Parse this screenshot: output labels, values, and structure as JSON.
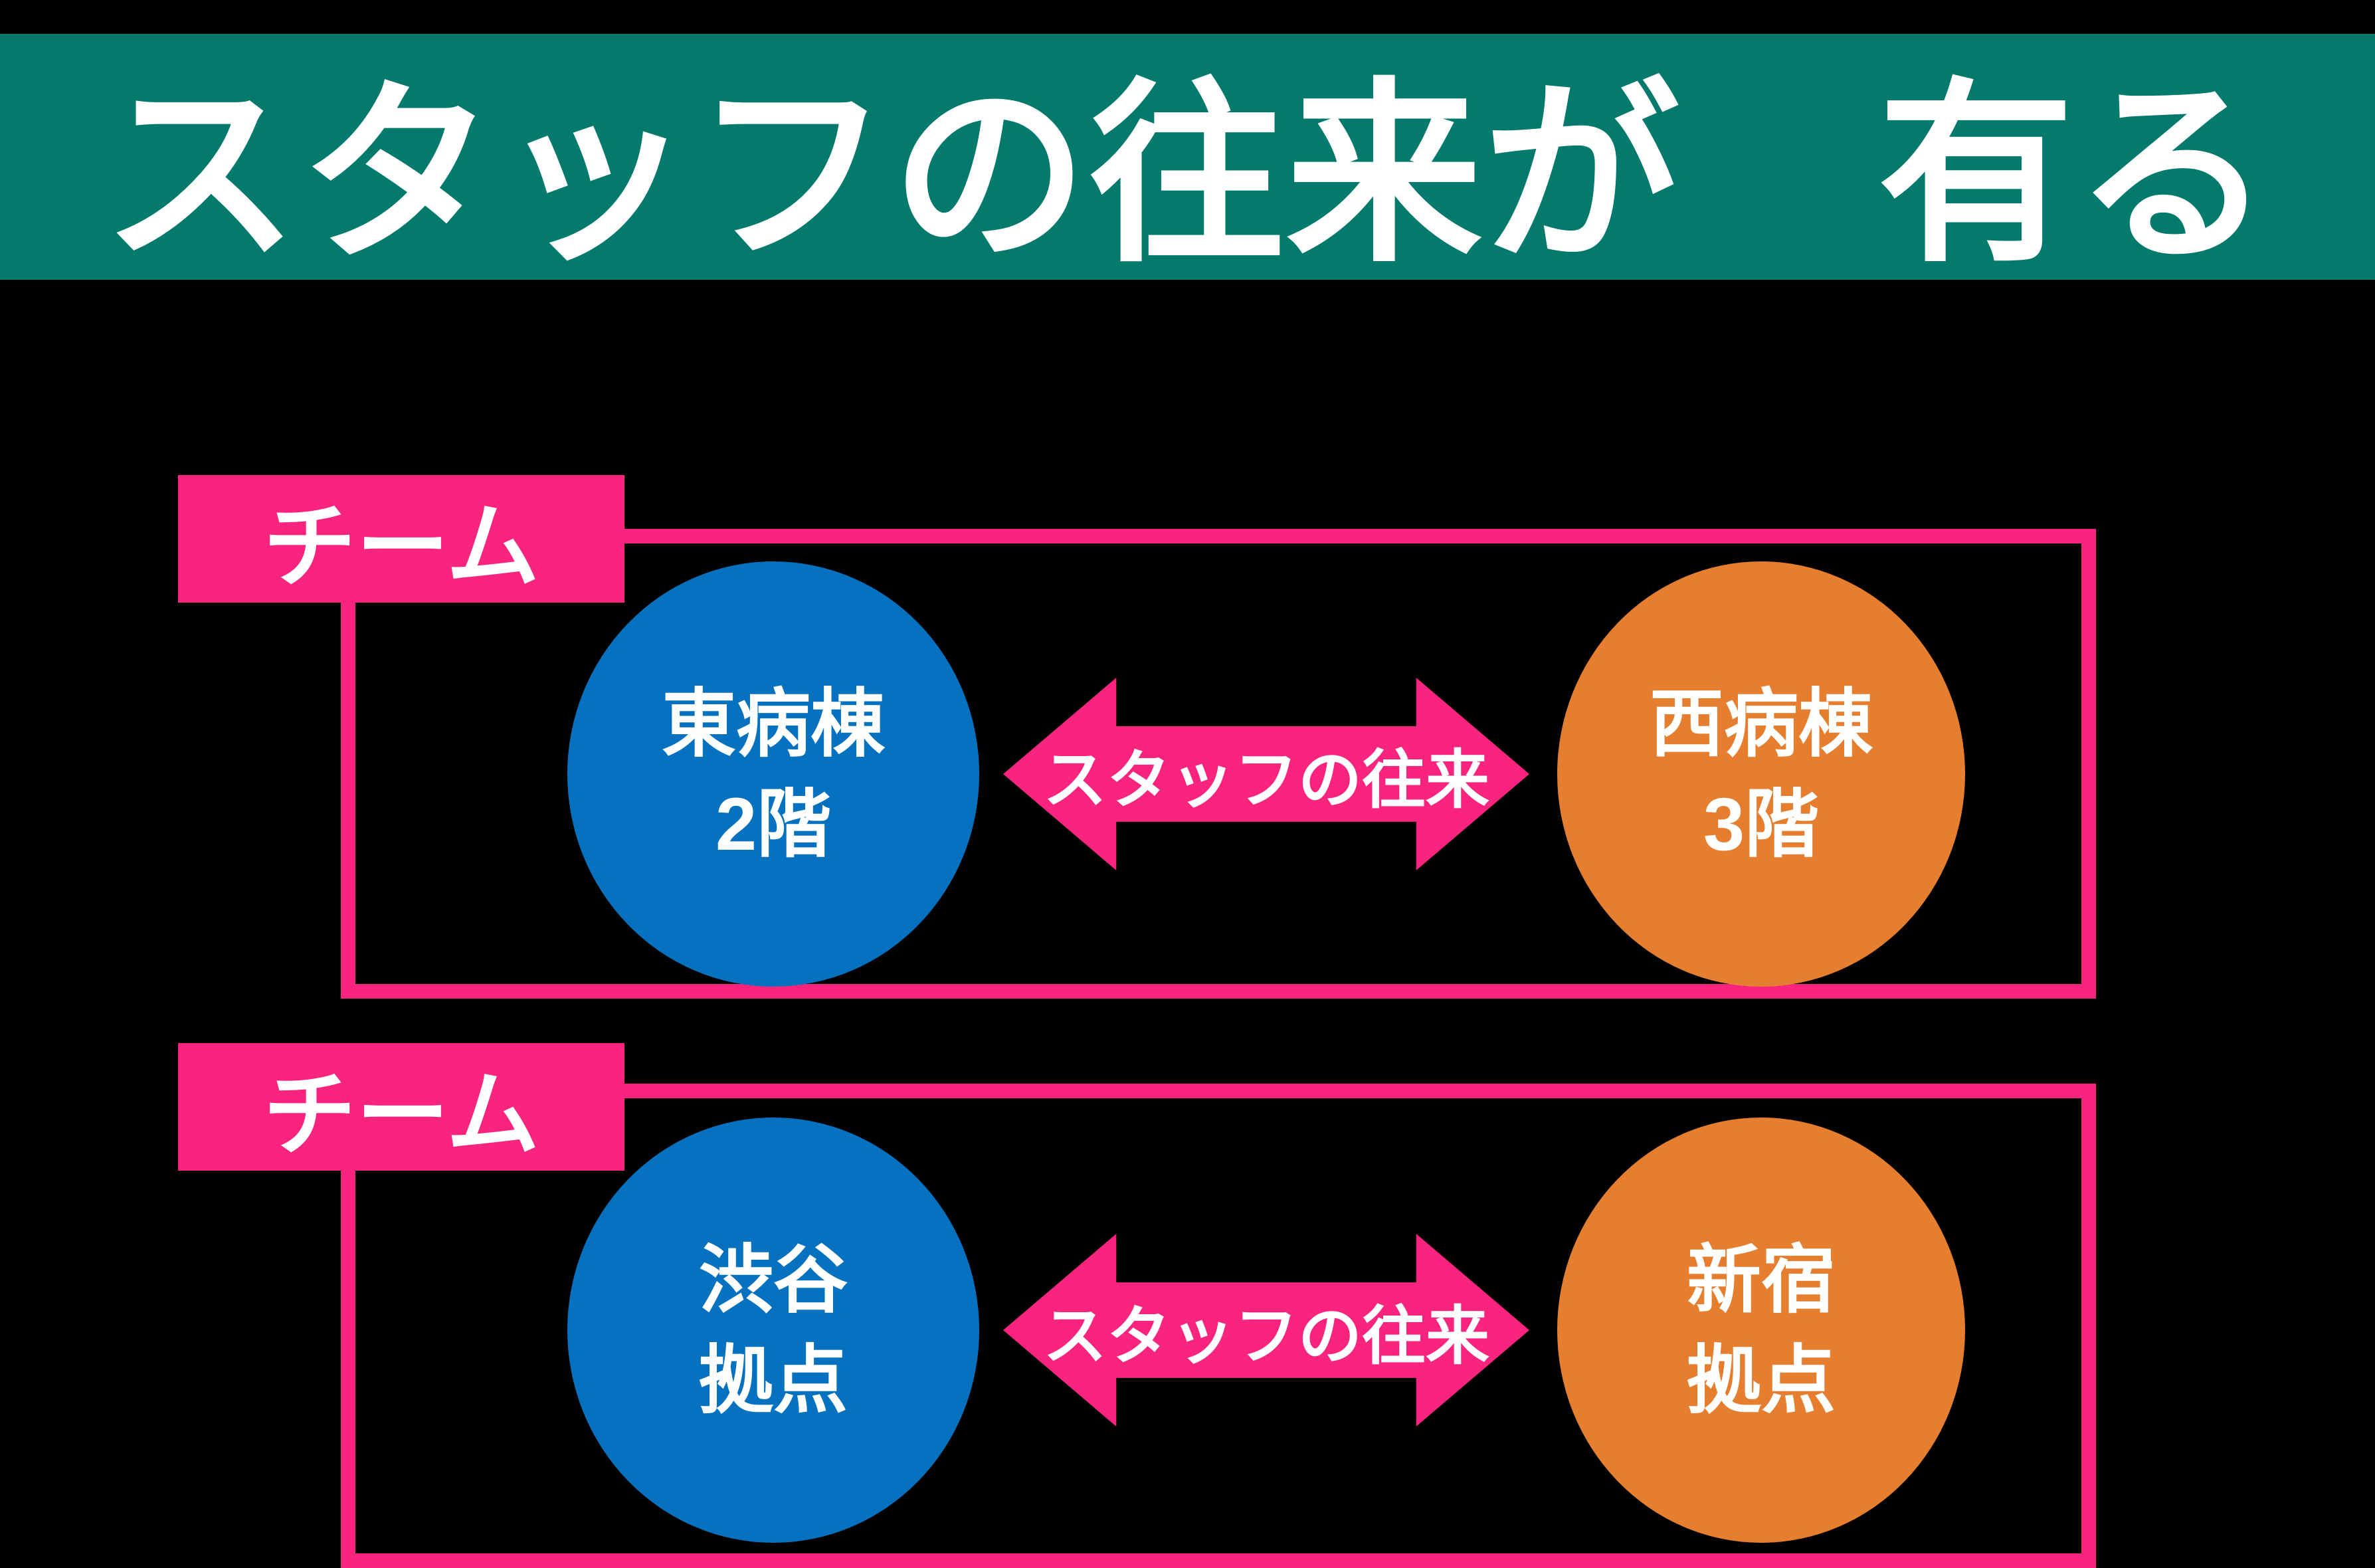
{
  "title": {
    "text": "スタッフの往来が　有る"
  },
  "colors": {
    "background": "#000000",
    "teal": "#037A6C",
    "pink": "#F8247E",
    "blue": "#0672BF",
    "orange": "#E57F2F",
    "text": "#FFFFFF"
  },
  "groups": [
    {
      "label": "チーム",
      "left_node": {
        "lines": [
          "東病棟",
          "2階"
        ]
      },
      "arrow_label": "スタッフの往来",
      "right_node": {
        "lines": [
          "西病棟",
          "3階"
        ]
      }
    },
    {
      "label": "チーム",
      "left_node": {
        "lines": [
          "渋谷",
          "拠点"
        ]
      },
      "arrow_label": "スタッフの往来",
      "right_node": {
        "lines": [
          "新宿",
          "拠点"
        ]
      }
    }
  ]
}
